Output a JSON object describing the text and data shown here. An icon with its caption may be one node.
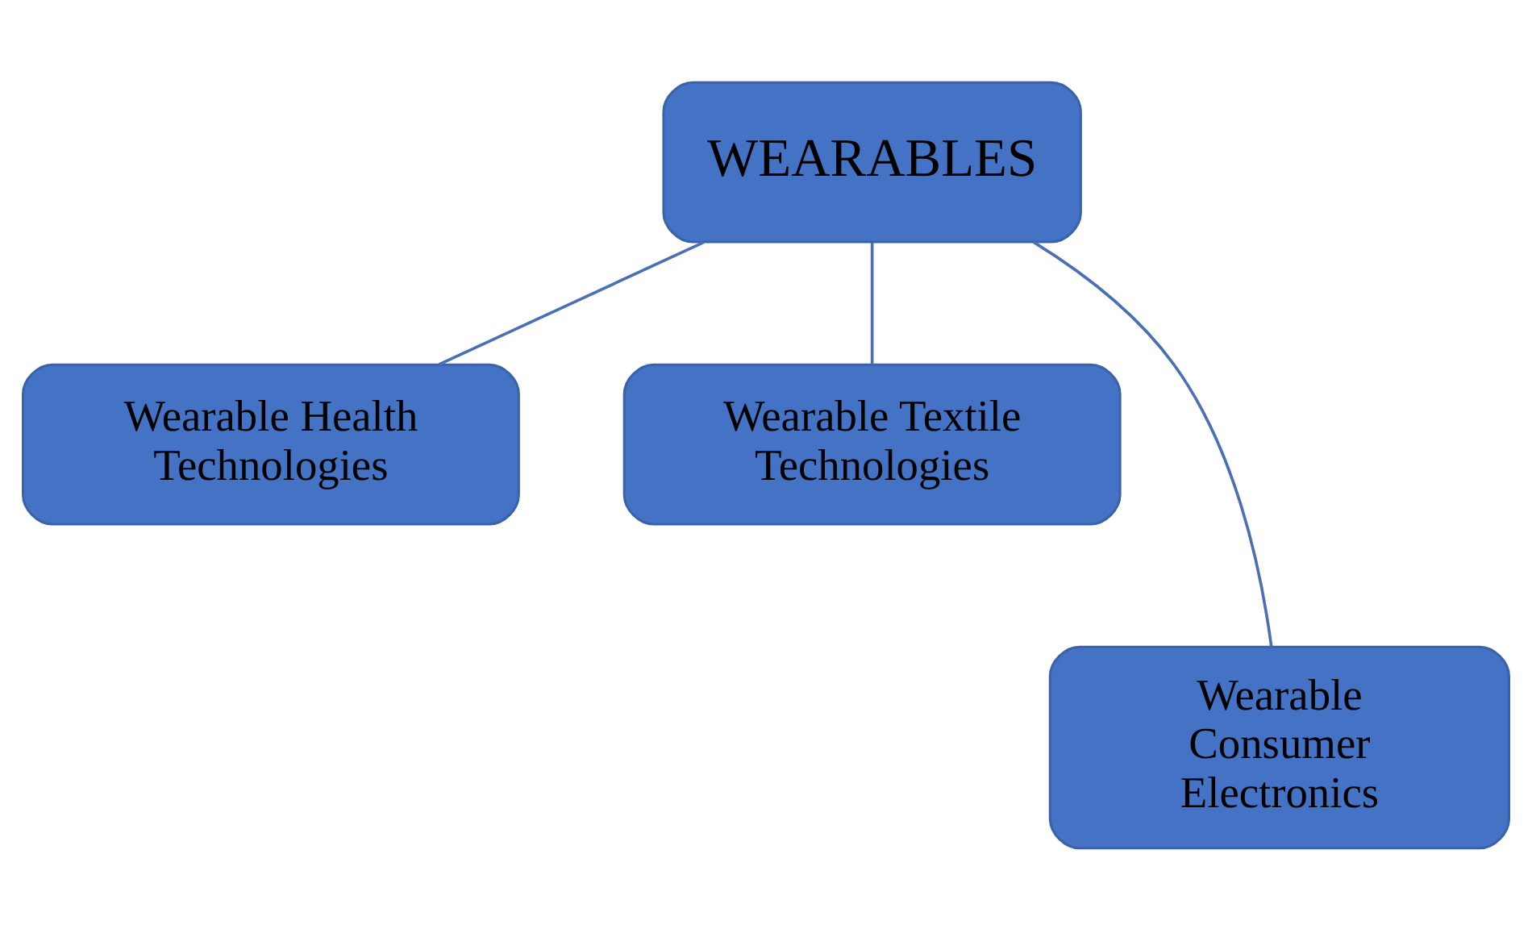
{
  "diagram": {
    "nodes": [
      {
        "text": [
          "WEARABLES"
        ]
      },
      {
        "text": [
          "Wearable Health Technologies"
        ]
      },
      {
        "text": [
          "Wearable Textile Technologies"
        ]
      },
      {
        "text": [
          "Wearable Consumer Electronics"
        ]
      }
    ],
    "edges": [
      {
        "from": 0,
        "to": 1,
        "arrow": "none"
      },
      {
        "from": 0,
        "to": 3,
        "arrow": "none"
      },
      {
        "from": 0,
        "to": 2,
        "arrow": "none"
      }
    ]
  }
}
